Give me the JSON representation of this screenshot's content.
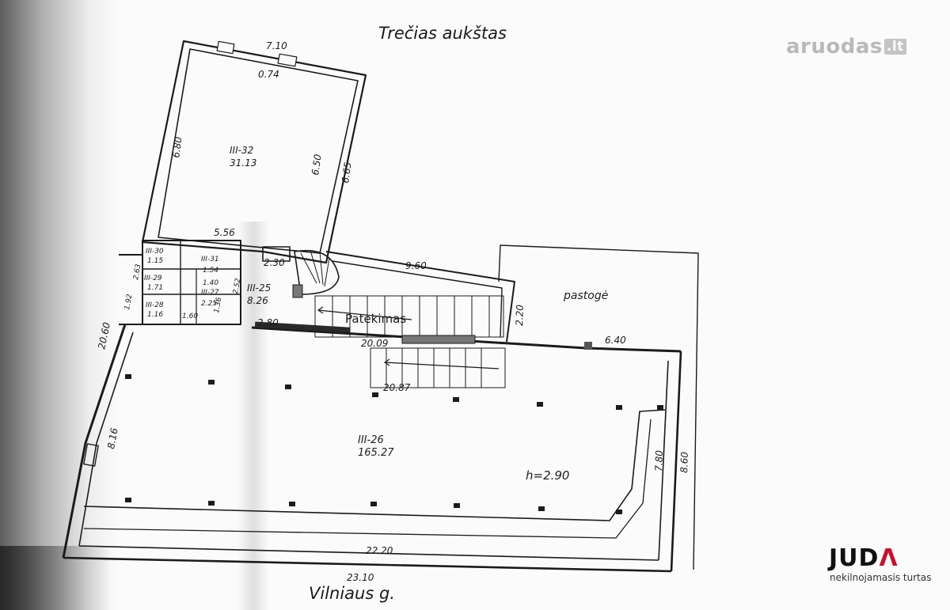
{
  "title": "Trečias aukštas",
  "street": "Vilniaus g.",
  "watermark": {
    "text": "aruodas",
    "tld": ".lt"
  },
  "logo": {
    "name_a": "JUD",
    "name_b": "Λ",
    "subtitle": "nekilnojamasis turtas",
    "accent": "#c8102e"
  },
  "labels": {
    "entrance": "Patekimas",
    "attic": "pastogė",
    "height": "h=2.90"
  },
  "rooms": {
    "r32_id": "III-32",
    "r32_area": "31.13",
    "r25_id": "III-25",
    "r25_area": "8.26",
    "r26_id": "III-26",
    "r26_area": "165.27",
    "r30_id": "III-30",
    "r30_area": "1.15",
    "r29_id": "III-29",
    "r29_area": "1.71",
    "r28_id": "III-28",
    "r28_area": "1.16",
    "r31_id": "III-31",
    "r31_area": "1.54",
    "r27_id": "III-27",
    "r27_area": "2.25"
  },
  "dims": {
    "d710": "7.10",
    "d074": "0.74",
    "d680": "6.80",
    "d650": "6.50",
    "d665": "6.65",
    "d556": "5.56",
    "d230": "2.30",
    "d960": "9.60",
    "d220": "2.20",
    "d280": "2.80",
    "d2009": "20.09",
    "d640": "6.40",
    "d2087": "20.87",
    "d2060": "20.60",
    "d816": "8.16",
    "d780": "7.80",
    "d860": "8.60",
    "d2220": "22.20",
    "d2310": "23.10",
    "d263": "2.63",
    "d192": "1.92",
    "d140": "1.40",
    "d252": "2.52",
    "d136": "1.36",
    "d160": "1.60"
  }
}
